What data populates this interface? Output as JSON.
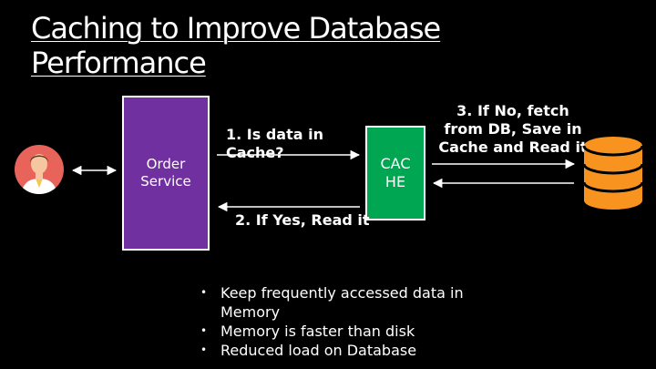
{
  "title": "Caching to Improve Database Performance",
  "order_service": "Order Service",
  "cache": "CACHE",
  "labels": {
    "step1": "1. Is data in Cache?",
    "step2": "2. If Yes, Read it",
    "step3": "3. If No, fetch from DB, Save in Cache and Read it"
  },
  "bullets": [
    "Keep frequently accessed data in Memory",
    "Memory is faster than disk",
    "Reduced load on Database"
  ],
  "colors": {
    "order_service": "#7030a0",
    "cache": "#00a651",
    "database": "#f7931e",
    "avatar_ring": "#e8635a"
  },
  "icons": {
    "user": "user-avatar-icon",
    "database": "database-icon"
  }
}
